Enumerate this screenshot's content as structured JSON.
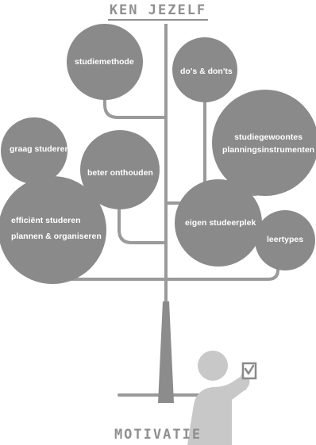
{
  "diagram": {
    "title": "KEN JEZELF",
    "footer": "MOTIVATIE",
    "leaves": {
      "studiemethode": "studiemethode",
      "dos_donts": "do's & don'ts",
      "studiegewoontes_1": "studiegewoontes",
      "studiegewoontes_2": "planningsinstrumenten",
      "graag_studeren": "graag studeren",
      "beter_onthouden": "beter onthouden",
      "efficient_1": "efficiënt studeren",
      "efficient_2": "plannen & organiseren",
      "eigen_studeerplek": "eigen studeerplek",
      "leertypes": "leertypes"
    },
    "colors": {
      "circle": "#8a8a8a",
      "branch": "#9a9a9a",
      "trunk": "#8c8c8c",
      "person": "#c8c8c8",
      "title": "#8f8f8f",
      "label": "#ffffff"
    },
    "icons": {
      "person": "person-holding-checkbox-icon",
      "check": "checkbox-icon"
    }
  }
}
